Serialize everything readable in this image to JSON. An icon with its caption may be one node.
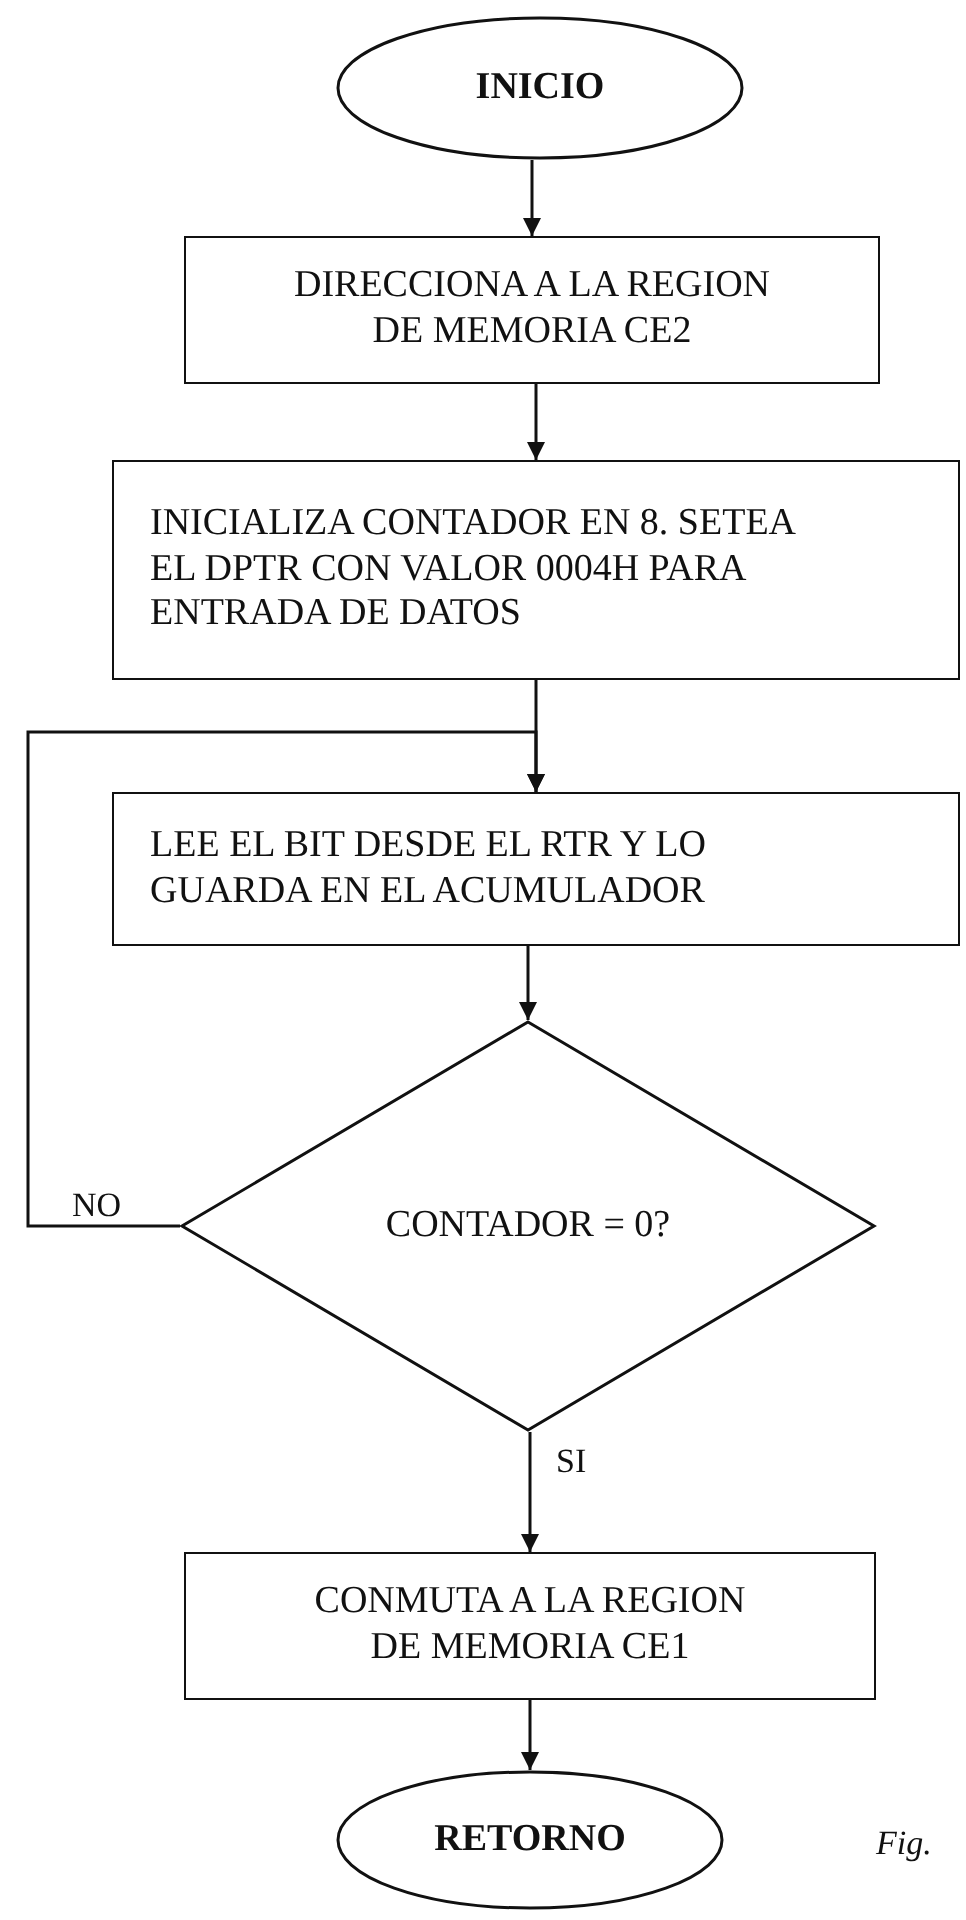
{
  "diagram": {
    "nodes": [
      {
        "text": [
          "INICIO"
        ]
      },
      {
        "text": [
          "DIRECCIONA A LA REGION DE MEMORIA CE2"
        ]
      },
      {
        "text": [
          "INICIALIZA CONTADOR EN 8. SETEA EL DPTR CON VALOR 0004H PARA ENTRADA DE DATOS"
        ]
      },
      {
        "text": [
          "LEE EL BIT DESDE EL RTR Y LO GUARDA EN EL ACUMULADOR"
        ]
      },
      {
        "text": [
          "CONTADOR = 0?"
        ]
      },
      {
        "text": [
          "CONMUTA A LA REGION DE MEMORIA CE1"
        ]
      },
      {
        "text": [
          "RETORNO"
        ]
      }
    ],
    "edges": [
      {
        "from": 0,
        "to": 1,
        "arrow": "to"
      },
      {
        "from": 1,
        "to": 2,
        "arrow": "to"
      },
      {
        "from": 2,
        "to": 3,
        "arrow": "to"
      },
      {
        "from": 3,
        "to": 4,
        "arrow": "to"
      },
      {
        "from": 4,
        "to": 3,
        "arrow": "to",
        "label": "NO"
      },
      {
        "from": 4,
        "to": 5,
        "arrow": "to",
        "label": "SI"
      },
      {
        "from": 5,
        "to": 6,
        "arrow": "to"
      }
    ],
    "labels": [
      "Fig."
    ]
  }
}
